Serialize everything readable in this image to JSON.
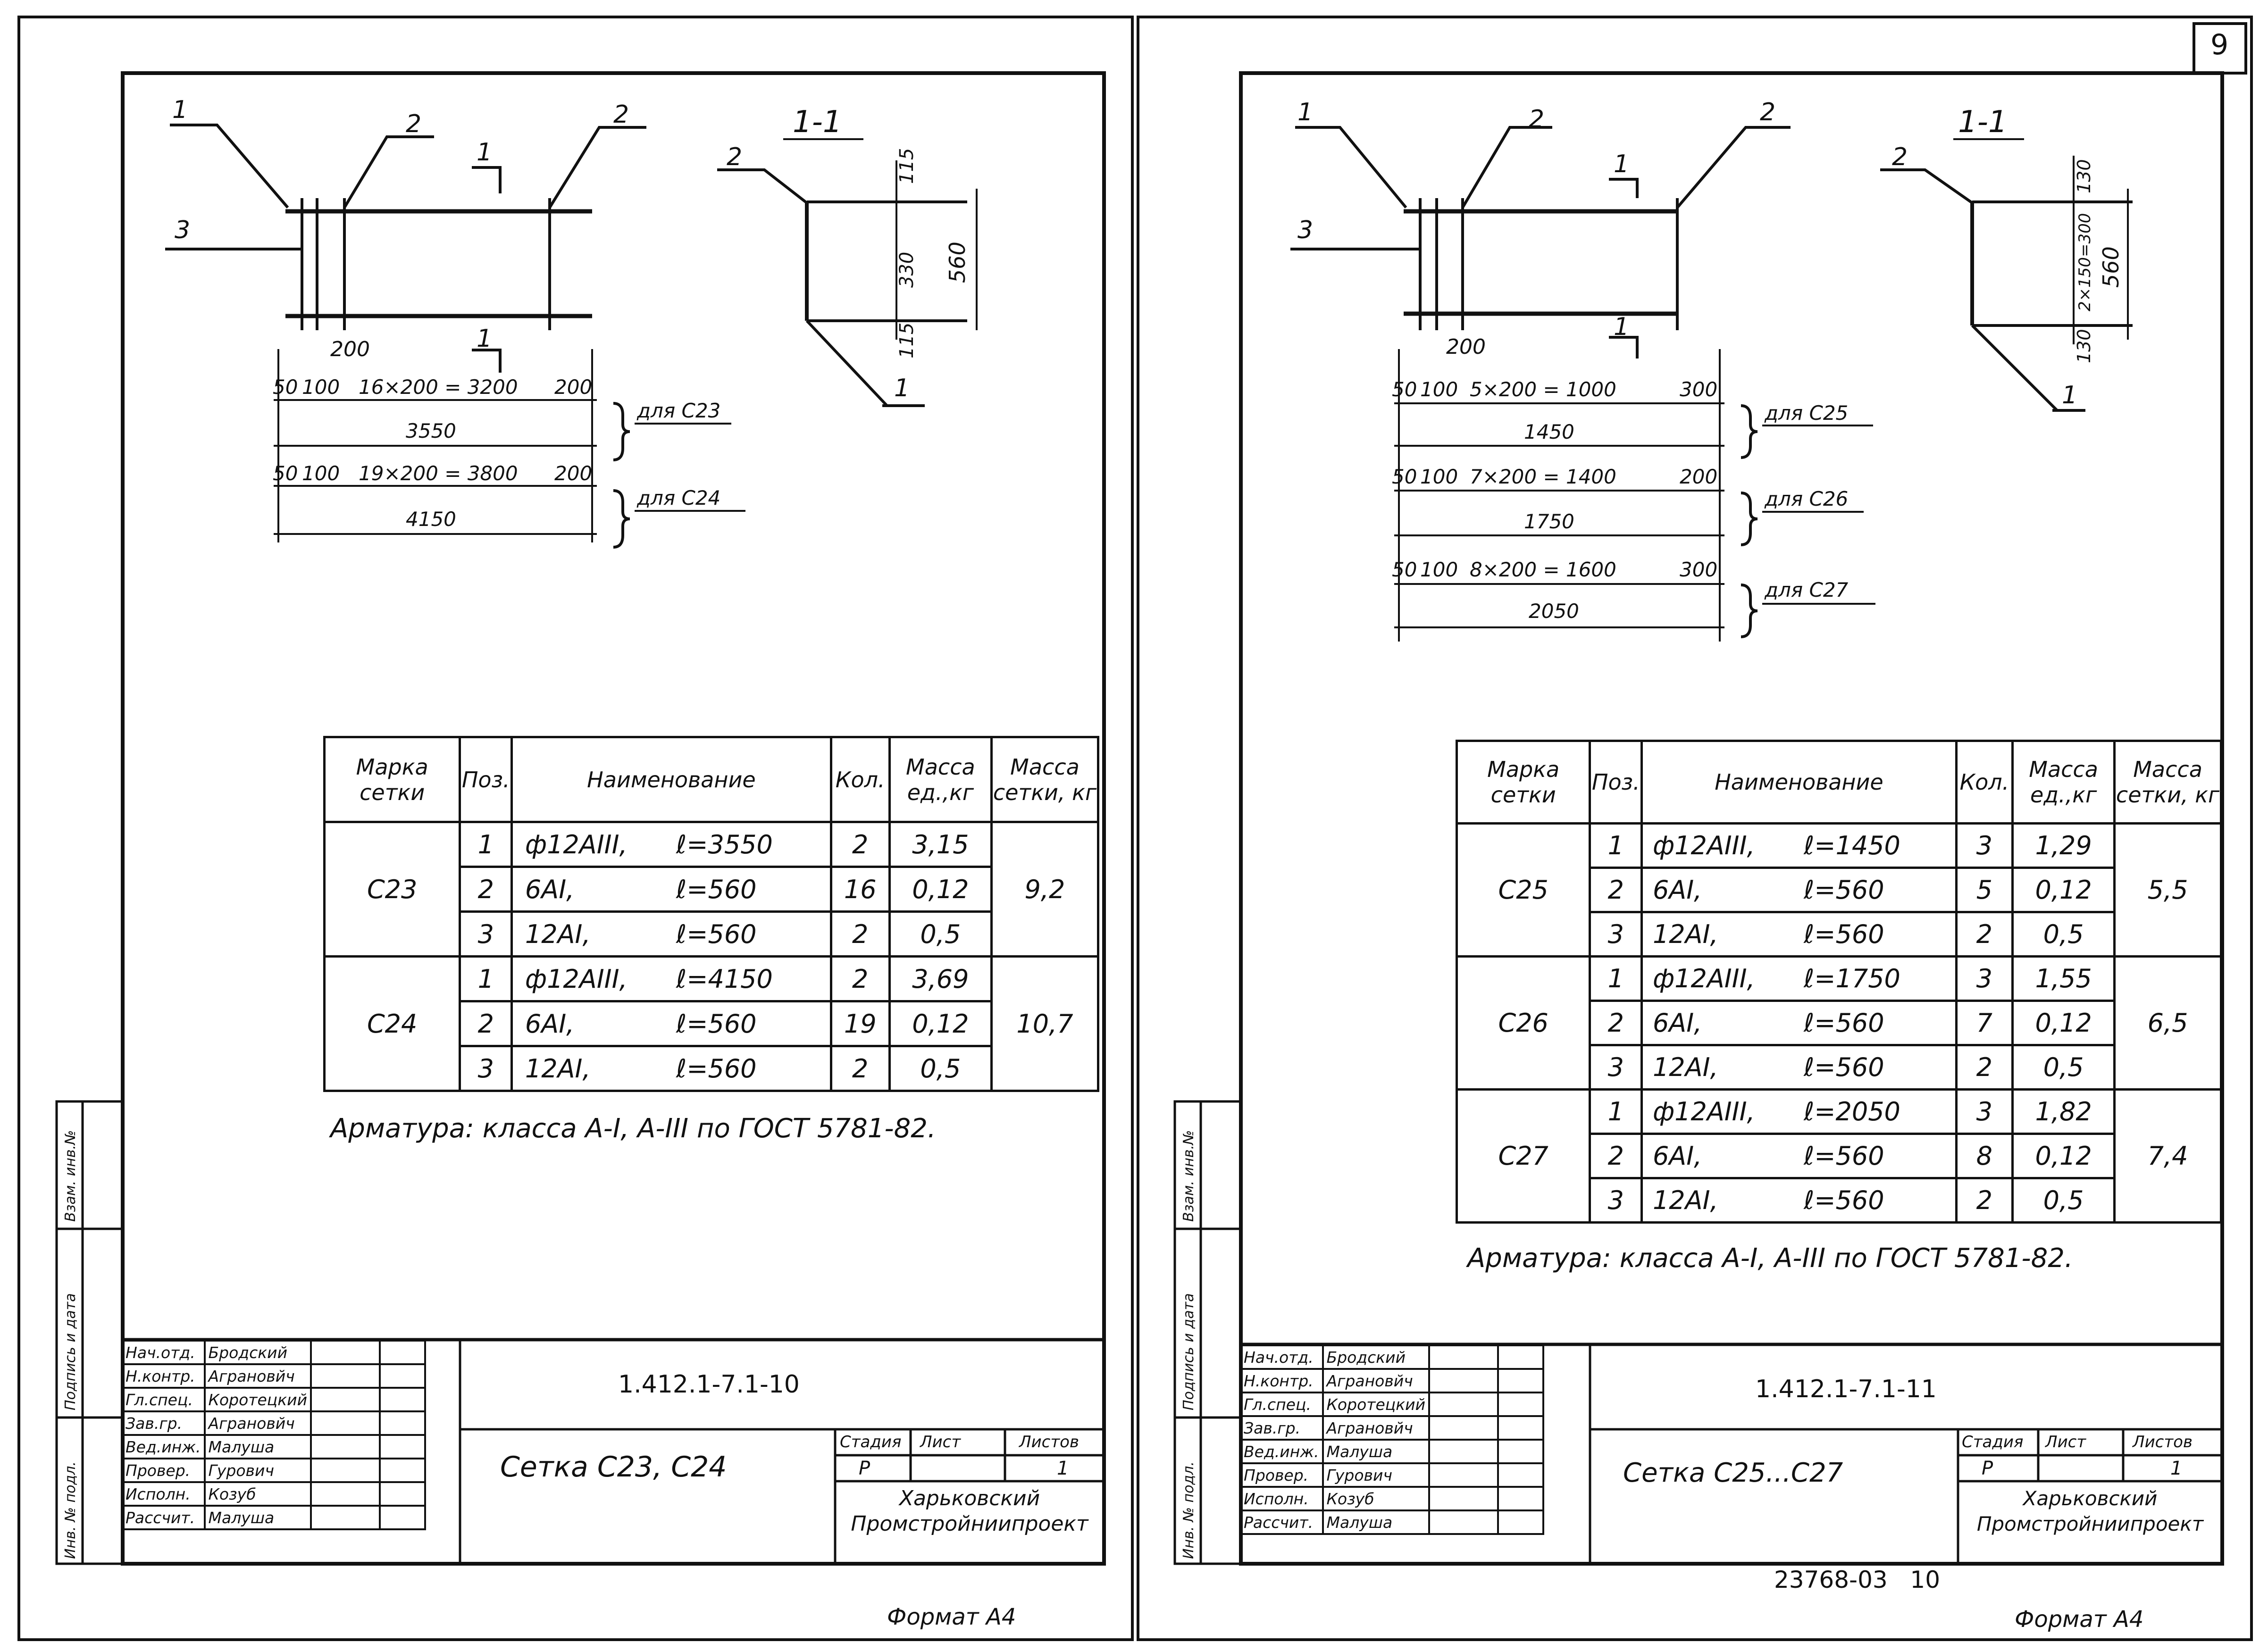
{
  "page_number": "9",
  "sheets": [
    {
      "drawing": {
        "callouts": [
          "1",
          "2",
          "2",
          "3"
        ],
        "section_mark": "1",
        "section_title": "1-1",
        "section_callouts": [
          "2",
          "1"
        ],
        "section_dims": [
          "115",
          "330",
          "115",
          "560"
        ],
        "spacing_label": "200",
        "dim_rows": [
          {
            "parts": [
              "50",
              "100",
              "16×200 = 3200",
              "200"
            ],
            "total": "3550",
            "brace": "для С23"
          },
          {
            "parts": [
              "50",
              "100",
              "19×200 = 3800",
              "200"
            ],
            "total": "4150",
            "brace": "для С24"
          }
        ]
      },
      "table": {
        "headers": [
          "Марка сетки",
          "Поз.",
          "Наименование",
          "Кол.",
          "Масса ед.,кг",
          "Масса сетки, кг"
        ],
        "groups": [
          {
            "mark": "С23",
            "mass": "9,2",
            "rows": [
              {
                "pos": "1",
                "name": "ф12АIII,",
                "length": "ℓ=3550",
                "qty": "2",
                "unit": "3,15"
              },
              {
                "pos": "2",
                "name": "6АI,",
                "length": "ℓ=560",
                "qty": "16",
                "unit": "0,12"
              },
              {
                "pos": "3",
                "name": "12АI,",
                "length": "ℓ=560",
                "qty": "2",
                "unit": "0,5"
              }
            ]
          },
          {
            "mark": "С24",
            "mass": "10,7",
            "rows": [
              {
                "pos": "1",
                "name": "ф12АIII,",
                "length": "ℓ=4150",
                "qty": "2",
                "unit": "3,69"
              },
              {
                "pos": "2",
                "name": "6АI,",
                "length": "ℓ=560",
                "qty": "19",
                "unit": "0,12"
              },
              {
                "pos": "3",
                "name": "12АI,",
                "length": "ℓ=560",
                "qty": "2",
                "unit": "0,5"
              }
            ]
          }
        ]
      },
      "note": "Арматура: класса А-I, А-III по ГОСТ 5781-82.",
      "side_labels": [
        "Взам. инв.№",
        "Подпись и дата",
        "Инв. № подл."
      ],
      "stamp": {
        "roles": [
          "Нач.отд.",
          "Н.контр.",
          "Гл.спец.",
          "Зав.гр.",
          "Вед.инж.",
          "Провер.",
          "Исполн.",
          "Рассчит."
        ],
        "names": [
          "Бродский",
          "Аграновйч",
          "Коротецкий",
          "Аграновйч",
          "Малуша",
          "Гурович",
          "Козуб",
          "Малуша"
        ],
        "code": "1.412.1-7.1-10",
        "title": "Сетка С23, С24",
        "stage_header": [
          "Стадия",
          "Лист",
          "Листов"
        ],
        "stage_values": [
          "Р",
          "",
          "1"
        ],
        "org": "Харьковский Промстройниипроект"
      },
      "format": "Формат А4",
      "archive": ""
    },
    {
      "drawing": {
        "callouts": [
          "1",
          "2",
          "2",
          "3"
        ],
        "section_mark": "1",
        "section_title": "1-1",
        "section_callouts": [
          "2",
          "1"
        ],
        "section_dims": [
          "130",
          "2×150=300",
          "130",
          "560"
        ],
        "spacing_label": "200",
        "dim_rows": [
          {
            "parts": [
              "50",
              "100",
              "5×200 = 1000",
              "300"
            ],
            "total": "1450",
            "brace": "для С25"
          },
          {
            "parts": [
              "50",
              "100",
              "7×200 = 1400",
              "200"
            ],
            "total": "1750",
            "brace": "для С26"
          },
          {
            "parts": [
              "50",
              "100",
              "8×200 = 1600",
              "300"
            ],
            "total": "2050",
            "brace": "для С27"
          }
        ]
      },
      "table": {
        "headers": [
          "Марка сетки",
          "Поз.",
          "Наименование",
          "Кол.",
          "Масса ед.,кг",
          "Масса сетки, кг"
        ],
        "groups": [
          {
            "mark": "С25",
            "mass": "5,5",
            "rows": [
              {
                "pos": "1",
                "name": "ф12АIII,",
                "length": "ℓ=1450",
                "qty": "3",
                "unit": "1,29"
              },
              {
                "pos": "2",
                "name": "6АI,",
                "length": "ℓ=560",
                "qty": "5",
                "unit": "0,12"
              },
              {
                "pos": "3",
                "name": "12АI,",
                "length": "ℓ=560",
                "qty": "2",
                "unit": "0,5"
              }
            ]
          },
          {
            "mark": "С26",
            "mass": "6,5",
            "rows": [
              {
                "pos": "1",
                "name": "ф12АIII,",
                "length": "ℓ=1750",
                "qty": "3",
                "unit": "1,55"
              },
              {
                "pos": "2",
                "name": "6АI,",
                "length": "ℓ=560",
                "qty": "7",
                "unit": "0,12"
              },
              {
                "pos": "3",
                "name": "12АI,",
                "length": "ℓ=560",
                "qty": "2",
                "unit": "0,5"
              }
            ]
          },
          {
            "mark": "С27",
            "mass": "7,4",
            "rows": [
              {
                "pos": "1",
                "name": "ф12АIII,",
                "length": "ℓ=2050",
                "qty": "3",
                "unit": "1,82"
              },
              {
                "pos": "2",
                "name": "6АI,",
                "length": "ℓ=560",
                "qty": "8",
                "unit": "0,12"
              },
              {
                "pos": "3",
                "name": "12АI,",
                "length": "ℓ=560",
                "qty": "2",
                "unit": "0,5"
              }
            ]
          }
        ]
      },
      "note": "Арматура: класса А-I, А-III по ГОСТ 5781-82.",
      "side_labels": [
        "Взам. инв.№",
        "Подпись и дата",
        "Инв. № подл."
      ],
      "stamp": {
        "roles": [
          "Нач.отд.",
          "Н.контр.",
          "Гл.спец.",
          "Зав.гр.",
          "Вед.инж.",
          "Провер.",
          "Исполн.",
          "Рассчит."
        ],
        "names": [
          "Бродский",
          "Аграновйч",
          "Коротецкий",
          "Аграновйч",
          "Малуша",
          "Гурович",
          "Козуб",
          "Малуша"
        ],
        "code": "1.412.1-7.1-11",
        "title": "Сетка С25...С27",
        "stage_header": [
          "Стадия",
          "Лист",
          "Листов"
        ],
        "stage_values": [
          "Р",
          "",
          "1"
        ],
        "org": "Харьковский Промстройниипроект"
      },
      "format": "Формат А4",
      "archive": "23768-03   10"
    }
  ]
}
